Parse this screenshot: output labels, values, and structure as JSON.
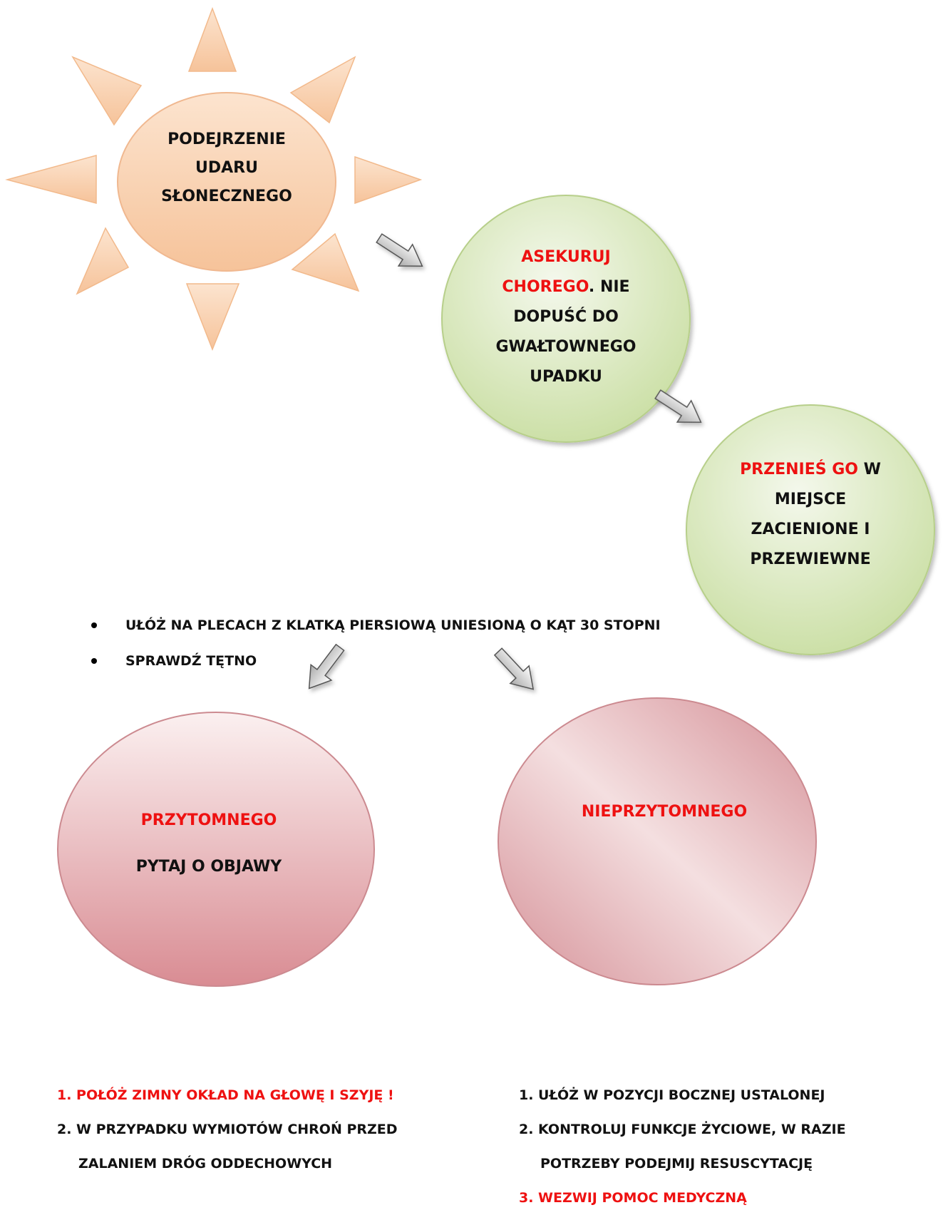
{
  "colors": {
    "accent_red": "#ee1111",
    "sun": "#f8c9a0",
    "green": "#d7e7b9",
    "pink": "#e4a9ae"
  },
  "sun": {
    "lines": [
      "PODEJRZENIE",
      "UDARU",
      "SŁONECZNEGO"
    ]
  },
  "step_asekuruj": {
    "red_lines": [
      "ASEKURUJ",
      "CHOREGO"
    ],
    "rest_first": ". NIE",
    "lines": [
      "DOPUŚĆ DO",
      "GWAŁTOWNEGO",
      "UPADKU"
    ]
  },
  "step_przenies": {
    "red": "PRZENIEŚ GO",
    "rest_first": " W",
    "lines": [
      "MIEJSCE",
      "ZACIENIONE I",
      "PRZEWIEWNE"
    ]
  },
  "bullets": [
    "UŁÓŻ NA PLECACH Z KLATKĄ PIERSIOWĄ UNIESIONĄ O KĄT 30 STOPNI",
    "SPRAWDŹ TĘTNO"
  ],
  "conscious": {
    "title": "PRZYTOMNEGO",
    "subtitle": "PYTAJ O OBJAWY"
  },
  "unconscious": {
    "title": "NIEPRZYTOMNEGO"
  },
  "conscious_steps": [
    "1. POŁÓŻ ZIMNY OKŁAD NA GŁOWĘ I SZYJĘ !",
    "2.  W PRZYPADKU WYMIOTÓW CHROŃ PRZED",
    "ZALANIEM DRÓG ODDECHOWYCH"
  ],
  "unconscious_steps": [
    "1. UŁÓŻ W POZYCJI BOCZNEJ USTALONEJ",
    "2. KONTROLUJ FUNKCJE ŻYCIOWE, W RAZIE",
    "POTRZEBY PODEJMIJ RESUSCYTACJĘ",
    "3. WEZWIJ POMOC MEDYCZNĄ"
  ]
}
